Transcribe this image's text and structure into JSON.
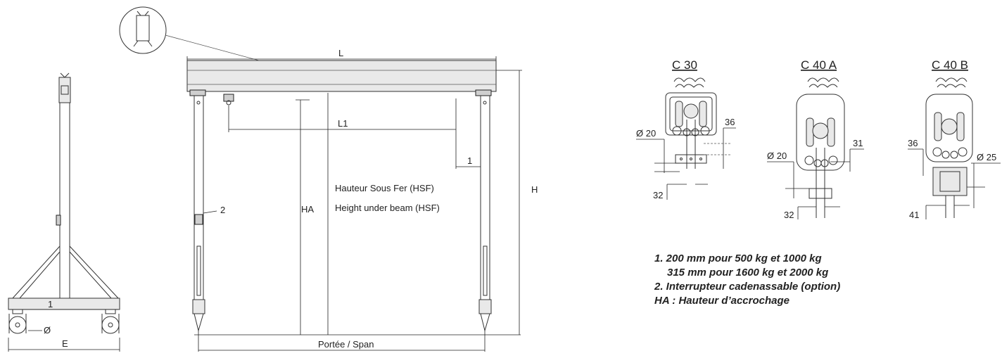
{
  "side_view": {
    "label_1": "1",
    "label_diameter": "Ø",
    "label_E": "E"
  },
  "front_view": {
    "label_L": "L",
    "label_L1": "L1",
    "label_1": "1",
    "label_2": "2",
    "label_HA": "HA",
    "label_H": "H",
    "hsf_fr": "Hauteur Sous Fer (HSF)",
    "hsf_en": "Height under beam (HSF)",
    "span": "Portée / Span"
  },
  "sections": [
    {
      "title": "C 30",
      "dims": [
        "Ø 20",
        "36",
        "32"
      ]
    },
    {
      "title": "C 40 A",
      "dims": [
        "Ø 20",
        "31",
        "32"
      ]
    },
    {
      "title": "C 40 B",
      "dims": [
        "36",
        "Ø 25",
        "41"
      ]
    }
  ],
  "notes": [
    "1.  200 mm pour 500 kg et 1000 kg",
    "315 mm pour 1600 kg et 2000 kg",
    "2.  Interrupteur cadenassable (option)",
    "HA : Hauteur d’accrochage"
  ]
}
